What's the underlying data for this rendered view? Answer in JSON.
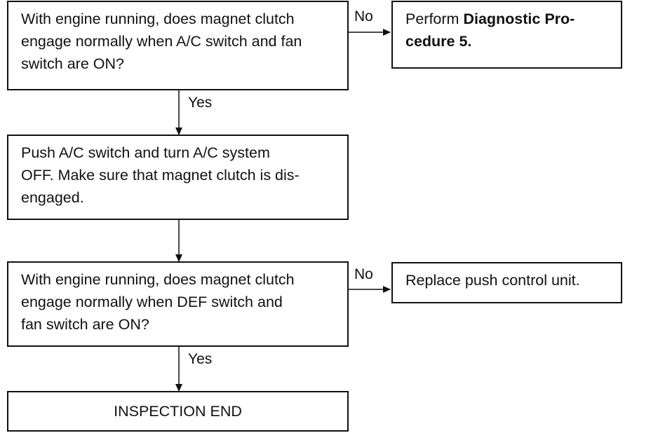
{
  "flowchart": {
    "q1": {
      "text": "With engine running, does magnet clutch\nengage normally when A/C switch and fan\nswitch are ON?"
    },
    "r1": {
      "prefix": "Perform ",
      "bold": "Diagnostic Pro-\ncedure 5."
    },
    "step1": {
      "text": "Push A/C switch and turn A/C system\nOFF. Make sure that magnet clutch is dis-\nengaged."
    },
    "q2": {
      "text": "With engine running, does magnet clutch\nengage normally when DEF switch and\nfan switch are ON?"
    },
    "r2": {
      "text": "Replace push control unit."
    },
    "end": {
      "text": "INSPECTION END"
    },
    "edges": {
      "q1_no": "No",
      "q1_yes": "Yes",
      "q2_no": "No",
      "q2_yes": "Yes"
    }
  }
}
